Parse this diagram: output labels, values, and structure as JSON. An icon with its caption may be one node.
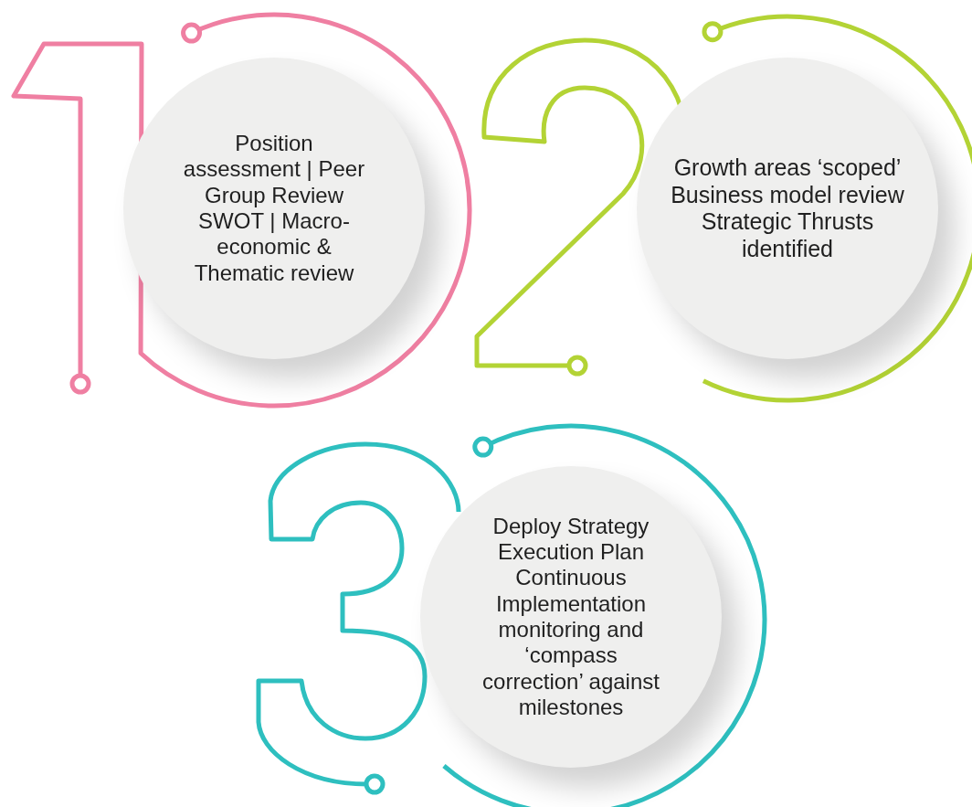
{
  "diagram": {
    "nodes": [
      {
        "text": [
          "Position assessment | Peer Group Review SWOT | Macro-economic & Thematic review"
        ]
      },
      {
        "text": [
          "Growth areas ‘scoped’ Business model review Strategic Thrusts identified"
        ]
      },
      {
        "text": [
          "Deploy Strategy Execution Plan Continuous Implementation monitoring and ‘compass correction’ against milestones"
        ]
      }
    ],
    "edges": []
  }
}
